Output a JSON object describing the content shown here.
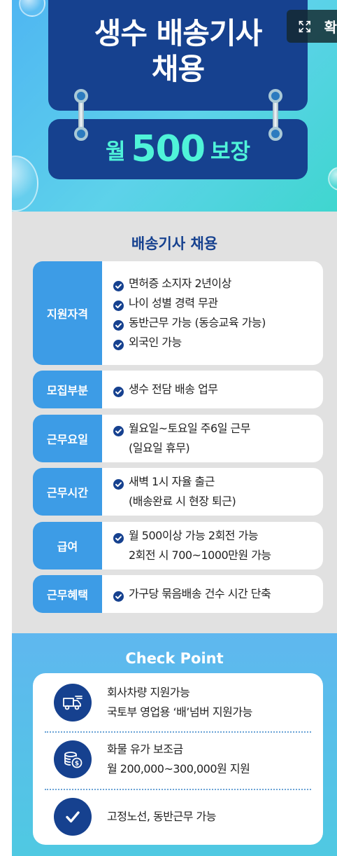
{
  "hero": {
    "title_line1": "생수 배송기사",
    "title_line2": "채용",
    "salary_prefix": "월",
    "salary_amount": "500",
    "salary_suffix": "보장"
  },
  "overlay": {
    "expand_icon": "expand-icon",
    "expand_text": "확"
  },
  "recruit": {
    "title": "배송기사 채용",
    "rows": [
      {
        "label": "지원자격",
        "items": [
          [
            "면허증 소지자 2년이상"
          ],
          [
            "나이 성별 경력 무관"
          ],
          [
            "동반근무 가능 (동승교육 가능)"
          ],
          [
            "외국인 가능"
          ]
        ]
      },
      {
        "label": "모집부분",
        "items": [
          [
            "생수 전담 배송 업무"
          ]
        ]
      },
      {
        "label": "근무요일",
        "items": [
          [
            "월요일~토요일 주6일 근무",
            "(일요일 휴무)"
          ]
        ]
      },
      {
        "label": "근무시간",
        "items": [
          [
            "새벽 1시 자율 출근",
            "(배송완료 시 현장 퇴근)"
          ]
        ]
      },
      {
        "label": "급여",
        "items": [
          [
            "월 500이상 가능 2회전 가능",
            "2회전 시 700~1000만원 가능"
          ]
        ]
      },
      {
        "label": "근무혜택",
        "items": [
          [
            "가구당 묶음배송 건수 시간 단축"
          ]
        ]
      }
    ]
  },
  "checkpoint": {
    "title": "Check Point",
    "items": [
      {
        "icon": "delivery-truck-icon",
        "lines": [
          "회사차량 지원가능",
          "국토부 영업용 ‘배’넘버 지원가능"
        ]
      },
      {
        "icon": "coins-icon",
        "lines": [
          "화물 유가 보조금",
          "월 200,000~300,000원 지원"
        ]
      },
      {
        "icon": "checkmark-icon",
        "lines": [
          "고정노선, 동반근무 가능"
        ]
      }
    ]
  },
  "colors": {
    "navy": "#16418f",
    "mint": "#4ff3d9",
    "label_blue": "#3d9ce6",
    "section_gray": "#e1e1e1",
    "cp_blue": "#5fb7ef"
  }
}
